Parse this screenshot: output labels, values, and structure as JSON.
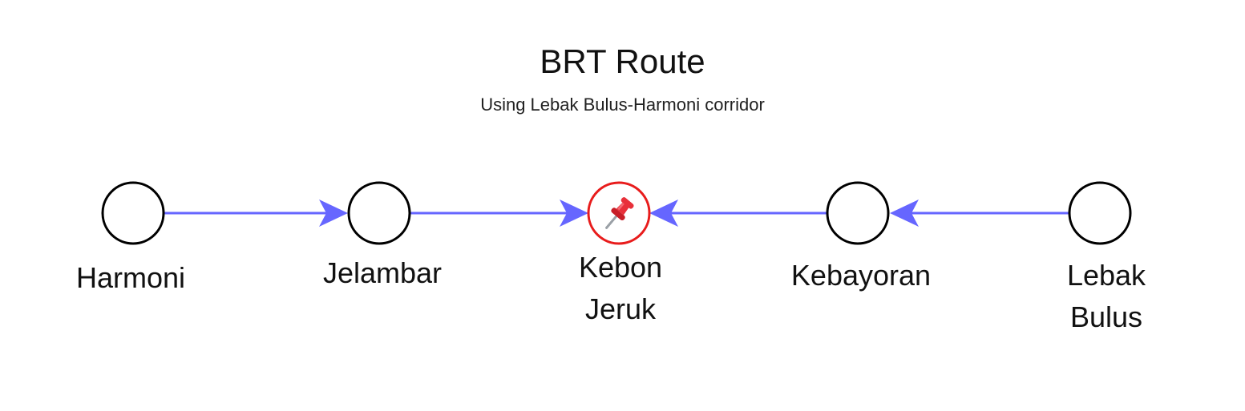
{
  "title": "BRT Route",
  "subtitle": "Using Lebak Bulus-Harmoni corridor",
  "colors": {
    "edge": "#6666ff",
    "node_stroke": "#000000",
    "highlight_stroke": "#e81c1c",
    "pin": "#e8303a"
  },
  "stations": [
    {
      "name": "Harmoni",
      "highlighted": false
    },
    {
      "name": "Jelambar",
      "highlighted": false
    },
    {
      "name": "Kebon\nJeruk",
      "highlighted": true,
      "icon": "pushpin-icon"
    },
    {
      "name": "Kebayoran",
      "highlighted": false
    },
    {
      "name": "Lebak\nBulus",
      "highlighted": false
    }
  ],
  "edges": [
    {
      "from": "Harmoni",
      "to": "Jelambar"
    },
    {
      "from": "Jelambar",
      "to": "Kebon Jeruk"
    },
    {
      "from": "Kebayoran",
      "to": "Kebon Jeruk"
    },
    {
      "from": "Lebak Bulus",
      "to": "Kebayoran"
    }
  ]
}
